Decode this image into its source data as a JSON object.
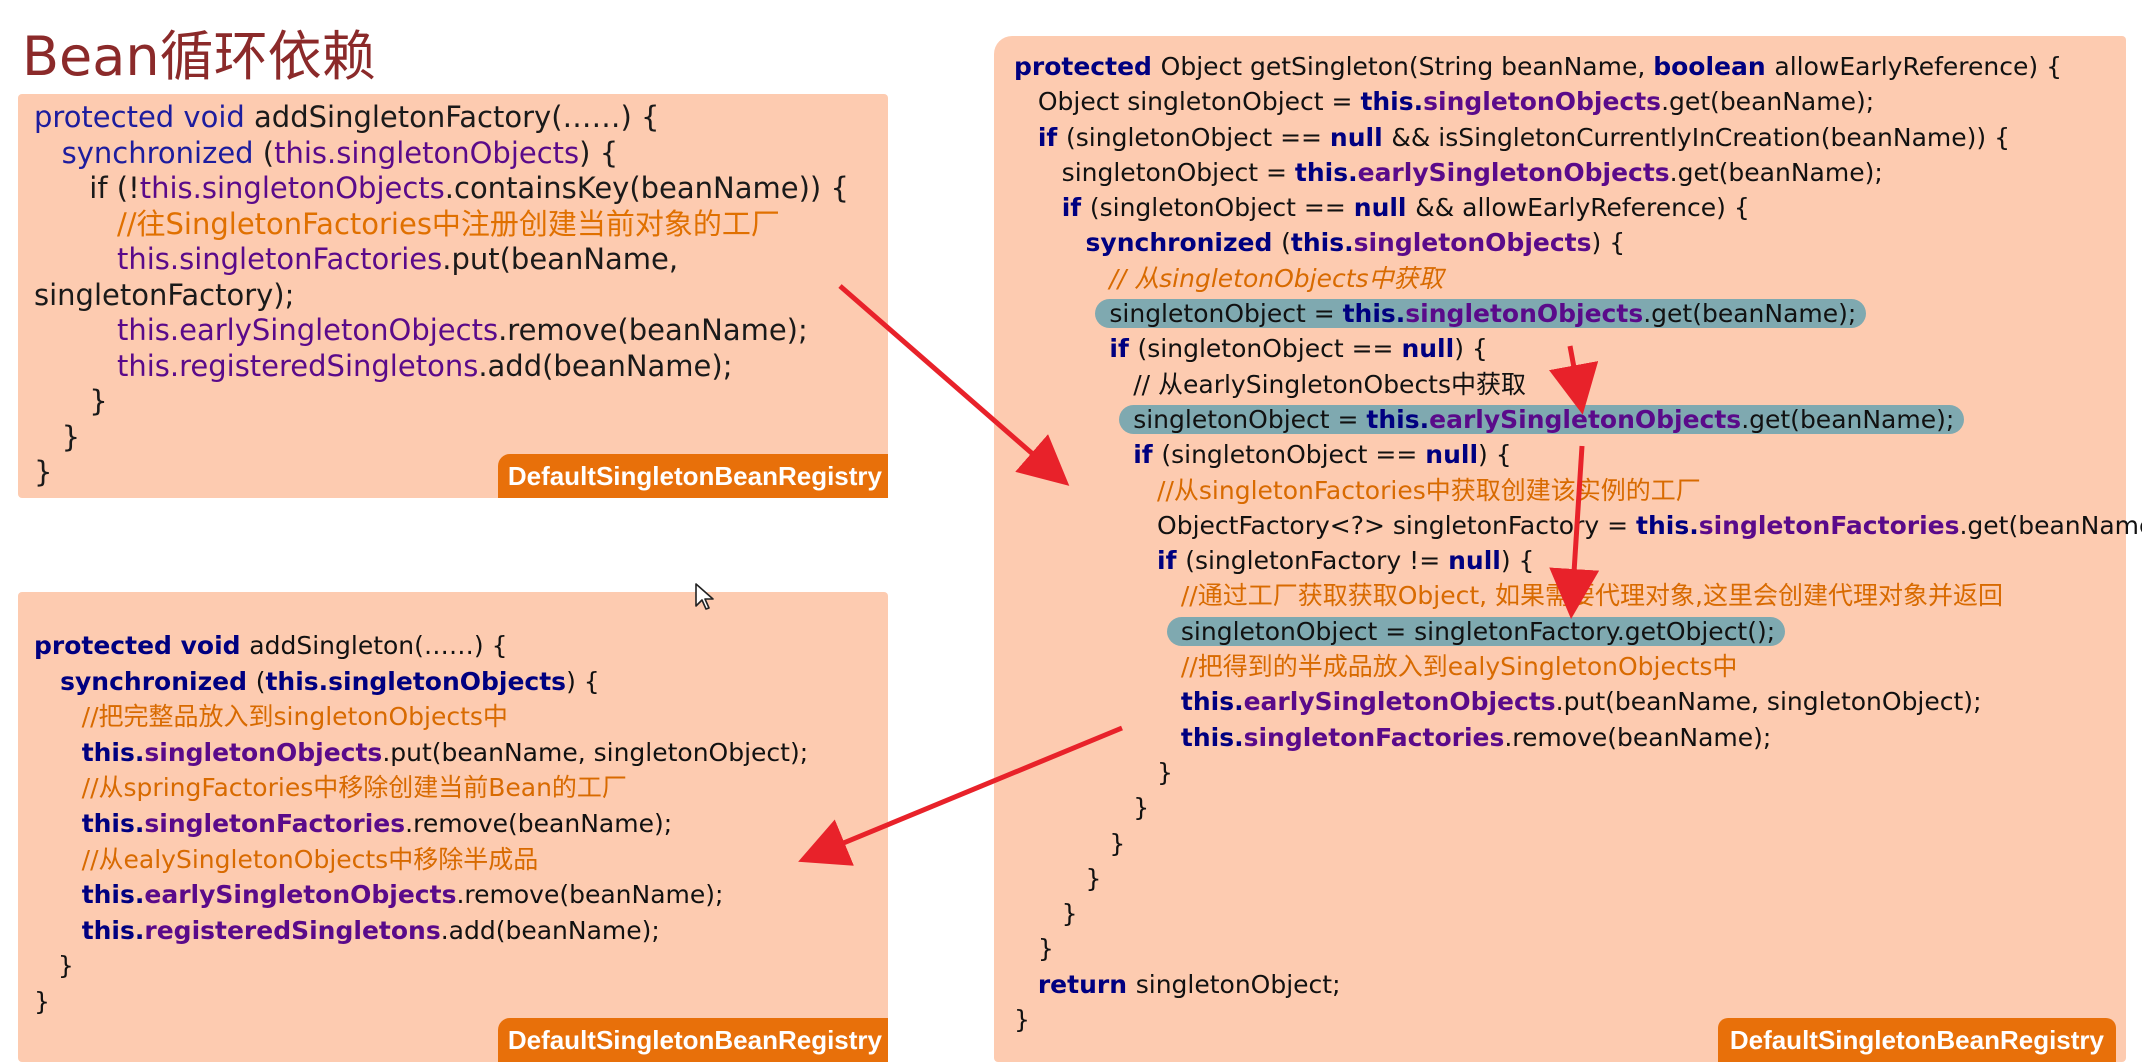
{
  "slide": {
    "title": "Bean循环依赖"
  },
  "top_left": {
    "lines": [
      {
        "segs": [
          {
            "t": "protected void ",
            "c": "kw-blue"
          },
          {
            "t": "addSingletonFactory(……) {",
            "c": ""
          }
        ]
      },
      {
        "segs": [
          {
            "t": "   synchronized ",
            "c": "kw-blue"
          },
          {
            "t": "(",
            "c": ""
          },
          {
            "t": "this.singletonObjects",
            "c": "field-plain"
          },
          {
            "t": ") {",
            "c": ""
          }
        ]
      },
      {
        "segs": [
          {
            "t": "      if (!",
            "c": ""
          },
          {
            "t": "this.singletonObjects",
            "c": "field-plain"
          },
          {
            "t": ".containsKey(beanName)) {",
            "c": ""
          }
        ]
      },
      {
        "segs": [
          {
            "t": "         //往SingletonFactories中注册创建当前对象的工厂",
            "c": "comment-tl"
          }
        ]
      },
      {
        "segs": [
          {
            "t": "         ",
            "c": ""
          },
          {
            "t": "this.singletonFactories",
            "c": "field-plain"
          },
          {
            "t": ".put(beanName,",
            "c": ""
          }
        ]
      },
      {
        "segs": [
          {
            "t": "singletonFactory);",
            "c": ""
          }
        ]
      },
      {
        "segs": [
          {
            "t": "         ",
            "c": ""
          },
          {
            "t": "this.earlySingletonObjects",
            "c": "field-plain"
          },
          {
            "t": ".remove(beanName);",
            "c": ""
          }
        ]
      },
      {
        "segs": [
          {
            "t": "         ",
            "c": ""
          },
          {
            "t": "this.registeredSingletons",
            "c": "field-plain"
          },
          {
            "t": ".add(beanName);",
            "c": ""
          }
        ]
      },
      {
        "segs": [
          {
            "t": "      }",
            "c": ""
          }
        ]
      },
      {
        "segs": [
          {
            "t": "   }",
            "c": ""
          }
        ]
      },
      {
        "segs": [
          {
            "t": "}",
            "c": ""
          }
        ]
      }
    ],
    "badge": "DefaultSingletonBeanRegistry"
  },
  "bottom_left": {
    "lines": [
      {
        "segs": [
          {
            "t": "protected void ",
            "c": "kw"
          },
          {
            "t": "addSingleton(……) {",
            "c": ""
          }
        ]
      },
      {
        "segs": [
          {
            "t": "   synchronized ",
            "c": "kw"
          },
          {
            "t": "(",
            "c": ""
          },
          {
            "t": "this.singletonObjects",
            "c": "kw"
          },
          {
            "t": ") {",
            "c": ""
          }
        ]
      },
      {
        "segs": [
          {
            "t": "      //把完整品放入到singletonObjects中",
            "c": "comment"
          }
        ]
      },
      {
        "segs": [
          {
            "t": "      ",
            "c": ""
          },
          {
            "t": "this.",
            "c": "kw"
          },
          {
            "t": "singletonObjects",
            "c": "field"
          },
          {
            "t": ".put(beanName, singletonObject);",
            "c": ""
          }
        ]
      },
      {
        "segs": [
          {
            "t": "      //从springFactories中移除创建当前Bean的工厂",
            "c": "comment"
          }
        ]
      },
      {
        "segs": [
          {
            "t": "      ",
            "c": ""
          },
          {
            "t": "this.",
            "c": "kw"
          },
          {
            "t": "singletonFactories",
            "c": "field"
          },
          {
            "t": ".remove(beanName);",
            "c": ""
          }
        ]
      },
      {
        "segs": [
          {
            "t": "      //从ealySingletonObjects中移除半成品",
            "c": "comment"
          }
        ]
      },
      {
        "segs": [
          {
            "t": "      ",
            "c": ""
          },
          {
            "t": "this.",
            "c": "kw"
          },
          {
            "t": "earlySingletonObjects",
            "c": "field"
          },
          {
            "t": ".remove(beanName);",
            "c": ""
          }
        ]
      },
      {
        "segs": [
          {
            "t": "      ",
            "c": ""
          },
          {
            "t": "this.",
            "c": "kw"
          },
          {
            "t": "registeredSingletons",
            "c": "field"
          },
          {
            "t": ".add(beanName);",
            "c": ""
          }
        ]
      },
      {
        "segs": [
          {
            "t": "   }",
            "c": ""
          }
        ]
      },
      {
        "segs": [
          {
            "t": "}",
            "c": ""
          }
        ]
      }
    ],
    "badge": "DefaultSingletonBeanRegistry"
  },
  "right": {
    "lines": [
      {
        "segs": [
          {
            "t": "protected ",
            "c": "kw"
          },
          {
            "t": "Object getSingleton(String beanName, ",
            "c": ""
          },
          {
            "t": "boolean ",
            "c": "kw"
          },
          {
            "t": "allowEarlyReference) {",
            "c": ""
          }
        ]
      },
      {
        "segs": [
          {
            "t": "   Object singletonObject = ",
            "c": ""
          },
          {
            "t": "this.",
            "c": "kw"
          },
          {
            "t": "singletonObjects",
            "c": "field"
          },
          {
            "t": ".get(beanName);",
            "c": ""
          }
        ]
      },
      {
        "segs": [
          {
            "t": "   ",
            "c": ""
          },
          {
            "t": "if ",
            "c": "kw"
          },
          {
            "t": "(singletonObject == ",
            "c": ""
          },
          {
            "t": "null ",
            "c": "kw"
          },
          {
            "t": "&& isSingletonCurrentlyInCreation(beanName)) {",
            "c": ""
          }
        ]
      },
      {
        "segs": [
          {
            "t": "      singletonObject = ",
            "c": ""
          },
          {
            "t": "this.",
            "c": "kw"
          },
          {
            "t": "earlySingletonObjects",
            "c": "field"
          },
          {
            "t": ".get(beanName);",
            "c": ""
          }
        ]
      },
      {
        "segs": [
          {
            "t": "      ",
            "c": ""
          },
          {
            "t": "if ",
            "c": "kw"
          },
          {
            "t": "(singletonObject == ",
            "c": ""
          },
          {
            "t": "null ",
            "c": "kw"
          },
          {
            "t": "&& allowEarlyReference) {",
            "c": ""
          }
        ]
      },
      {
        "segs": [
          {
            "t": "         ",
            "c": ""
          },
          {
            "t": "synchronized ",
            "c": "kw"
          },
          {
            "t": "(",
            "c": ""
          },
          {
            "t": "this.",
            "c": "kw"
          },
          {
            "t": "singletonObjects",
            "c": "field"
          },
          {
            "t": ") {",
            "c": ""
          }
        ]
      },
      {
        "segs": [
          {
            "t": "            // 从singletonObjects中获取",
            "c": "comment-i"
          }
        ]
      },
      {
        "hl": true,
        "segs": [
          {
            "t": "            ",
            "c": ""
          },
          {
            "t": "singletonObject = ",
            "c": "",
            "hl": true
          },
          {
            "t": "this.",
            "c": "kw",
            "hl": true
          },
          {
            "t": "singletonObjects",
            "c": "field",
            "hl": true
          },
          {
            "t": ".get(beanName);",
            "c": "",
            "hl": true
          }
        ]
      },
      {
        "segs": [
          {
            "t": "            ",
            "c": ""
          },
          {
            "t": "if ",
            "c": "kw"
          },
          {
            "t": "(singletonObject == ",
            "c": ""
          },
          {
            "t": "null",
            "c": "kw"
          },
          {
            "t": ") {",
            "c": ""
          }
        ]
      },
      {
        "segs": [
          {
            "t": "               // 从earlySingletonObects中获取",
            "c": ""
          }
        ]
      },
      {
        "segs": [
          {
            "t": "               ",
            "c": ""
          },
          {
            "t": "singletonObject = ",
            "c": "",
            "hl": true
          },
          {
            "t": "this.",
            "c": "kw",
            "hl": true
          },
          {
            "t": "earlySingletonObjects",
            "c": "field",
            "hl": true
          },
          {
            "t": ".get(beanName);",
            "c": "",
            "hl": true
          }
        ]
      },
      {
        "segs": [
          {
            "t": "               ",
            "c": ""
          },
          {
            "t": "if ",
            "c": "kw"
          },
          {
            "t": "(singletonObject == ",
            "c": ""
          },
          {
            "t": "null",
            "c": "kw"
          },
          {
            "t": ") {",
            "c": ""
          }
        ]
      },
      {
        "segs": [
          {
            "t": "                  //从singletonFactories中获取创建该实例的工厂",
            "c": "comment"
          }
        ]
      },
      {
        "segs": [
          {
            "t": "                  ObjectFactory<?> singletonFactory = ",
            "c": ""
          },
          {
            "t": "this.",
            "c": "kw"
          },
          {
            "t": "singletonFactories",
            "c": "field"
          },
          {
            "t": ".get(beanName);",
            "c": ""
          }
        ]
      },
      {
        "segs": [
          {
            "t": "                  ",
            "c": ""
          },
          {
            "t": "if ",
            "c": "kw"
          },
          {
            "t": "(singletonFactory != ",
            "c": ""
          },
          {
            "t": "null",
            "c": "kw"
          },
          {
            "t": ") {",
            "c": ""
          }
        ]
      },
      {
        "segs": [
          {
            "t": "                     //通过工厂获取获取Object, 如果需要代理对象,这里会创建代理对象并返回",
            "c": "comment"
          }
        ]
      },
      {
        "segs": [
          {
            "t": "                     ",
            "c": ""
          },
          {
            "t": "singletonObject = singletonFactory.getObject();",
            "c": "",
            "hl": true
          }
        ]
      },
      {
        "segs": [
          {
            "t": "                     //把得到的半成品放入到ealySingletonObjects中",
            "c": "comment"
          }
        ]
      },
      {
        "segs": [
          {
            "t": "                     ",
            "c": ""
          },
          {
            "t": "this.",
            "c": "kw"
          },
          {
            "t": "earlySingletonObjects",
            "c": "field"
          },
          {
            "t": ".put(beanName, singletonObject);",
            "c": ""
          }
        ]
      },
      {
        "segs": [
          {
            "t": "                     ",
            "c": ""
          },
          {
            "t": "this.",
            "c": "kw"
          },
          {
            "t": "singletonFactories",
            "c": "field"
          },
          {
            "t": ".remove(beanName);",
            "c": ""
          }
        ]
      },
      {
        "segs": [
          {
            "t": "                  }",
            "c": ""
          }
        ]
      },
      {
        "segs": [
          {
            "t": "               }",
            "c": ""
          }
        ]
      },
      {
        "segs": [
          {
            "t": "            }",
            "c": ""
          }
        ]
      },
      {
        "segs": [
          {
            "t": "         }",
            "c": ""
          }
        ]
      },
      {
        "segs": [
          {
            "t": "      }",
            "c": ""
          }
        ]
      },
      {
        "segs": [
          {
            "t": "   }",
            "c": ""
          }
        ]
      },
      {
        "segs": [
          {
            "t": "   ",
            "c": ""
          },
          {
            "t": "return ",
            "c": "kw"
          },
          {
            "t": "singletonObject;",
            "c": ""
          }
        ]
      },
      {
        "segs": [
          {
            "t": "}",
            "c": ""
          }
        ]
      }
    ],
    "badge": "DefaultSingletonBeanRegistry"
  },
  "colors": {
    "panel_bg": "#fdcbb0",
    "badge_bg": "#e8700a",
    "arrow": "#e8222a",
    "highlight": "#7fa9b0",
    "title": "#8b2a2a"
  },
  "icons": {
    "cursor": "mouse-pointer-icon"
  }
}
